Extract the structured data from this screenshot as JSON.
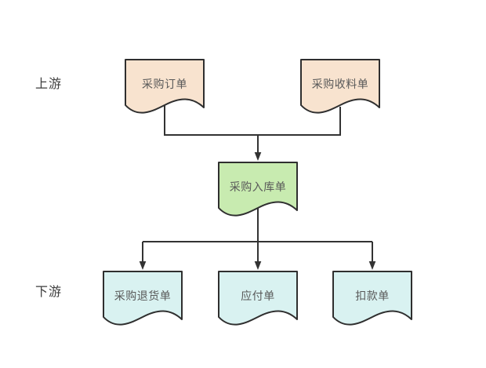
{
  "diagram": {
    "stage_labels": {
      "upstream": "上游",
      "downstream": "下游"
    },
    "colors": {
      "upstream_fill": "#f8e3cf",
      "process_fill": "#c8ebb0",
      "downstream_fill": "#d9f2f1",
      "outline": "#2f2f2f",
      "connector": "#333333",
      "node_text": "#595959",
      "stage_text": "#3d3d3d"
    },
    "nodes": [
      {
        "id": "purchase-order",
        "label": "采购订单",
        "group": "upstream"
      },
      {
        "id": "purchase-receipt-note",
        "label": "采购收料单",
        "group": "upstream"
      },
      {
        "id": "purchase-inbound-note",
        "label": "采购入库单",
        "group": "process"
      },
      {
        "id": "purchase-return-note",
        "label": "采购退货单",
        "group": "downstream"
      },
      {
        "id": "payable-note",
        "label": "应付单",
        "group": "downstream"
      },
      {
        "id": "deduction-note",
        "label": "扣款单",
        "group": "downstream"
      }
    ],
    "edges": [
      {
        "from": "采购订单",
        "to": "采购入库单"
      },
      {
        "from": "采购收料单",
        "to": "采购入库单"
      },
      {
        "from": "采购入库单",
        "to": "采购退货单"
      },
      {
        "from": "采购入库单",
        "to": "应付单"
      },
      {
        "from": "采购入库单",
        "to": "扣款单"
      }
    ]
  }
}
